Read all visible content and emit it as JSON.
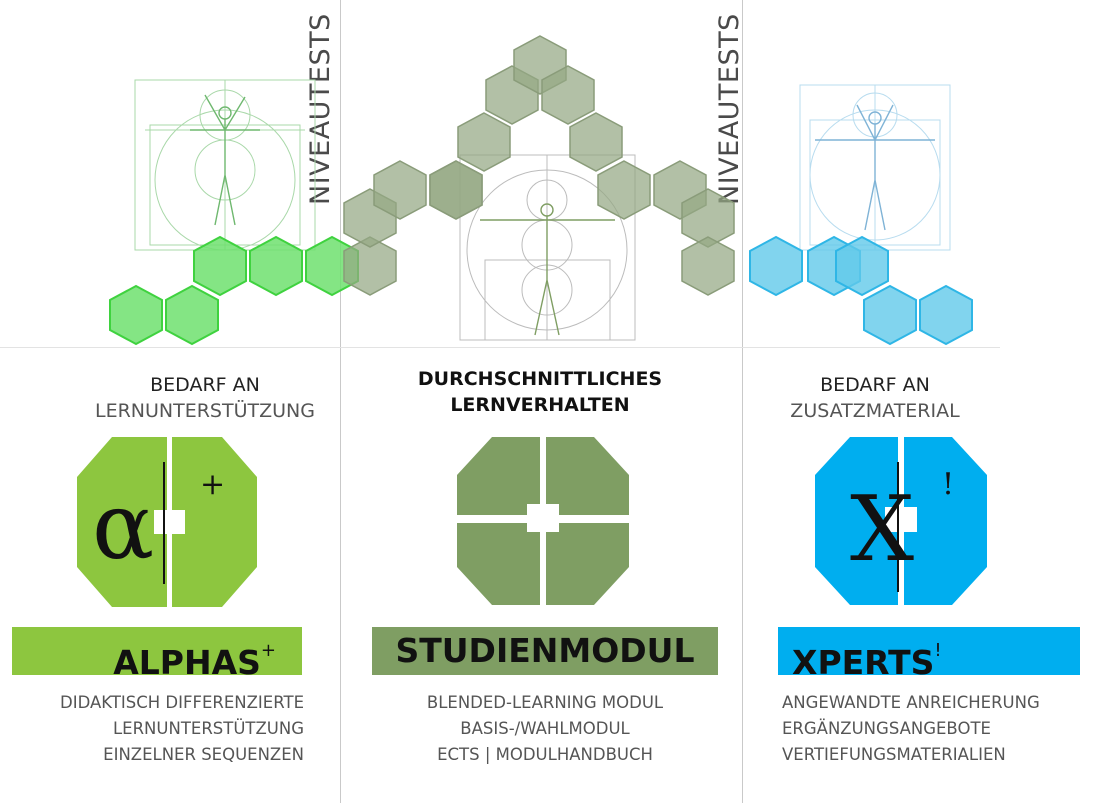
{
  "niveau_label_left": "NIVEAUTESTS",
  "niveau_label_right": "NIVEAUTESTS",
  "columns": {
    "alphas": {
      "heading_line1": "BEDARF AN",
      "heading_line2": "LERNUNTERSTÜTZUNG",
      "logo_letter": "α",
      "logo_mark": "+",
      "banner_title": "ALPHAS",
      "banner_sup": "+",
      "desc": [
        "DIDAKTISCH DIFFERENZIERTE",
        "LERNUNTERSTÜTZUNG",
        "EINZELNER SEQUENZEN"
      ],
      "color": "#8dc63f",
      "hex_color": "#5fe05f"
    },
    "studienmodul": {
      "heading_line1": "DURCHSCHNITTLICHES",
      "heading_line2": "LERNVERHALTEN",
      "banner_title": "STUDIENMODUL",
      "desc": [
        "BLENDED-LEARNING MODUL",
        "BASIS-/WAHLMODUL",
        "ECTS | MODULHANDBUCH"
      ],
      "color": "#7f9e63",
      "hex_color": "#94a884"
    },
    "xperts": {
      "heading_line1": "BEDARF AN",
      "heading_line2": "ZUSATZMATERIAL",
      "logo_letter": "X",
      "logo_mark": "!",
      "banner_title": "XPERTS",
      "banner_sup": "!",
      "desc": [
        "ANGEWANDTE ANREICHERUNG",
        "ERGÄNZUNGSANGEBOTE",
        "VERTIEFUNGSMATERIALIEN"
      ],
      "color": "#00aeef",
      "hex_color": "#5cc8ea"
    }
  }
}
